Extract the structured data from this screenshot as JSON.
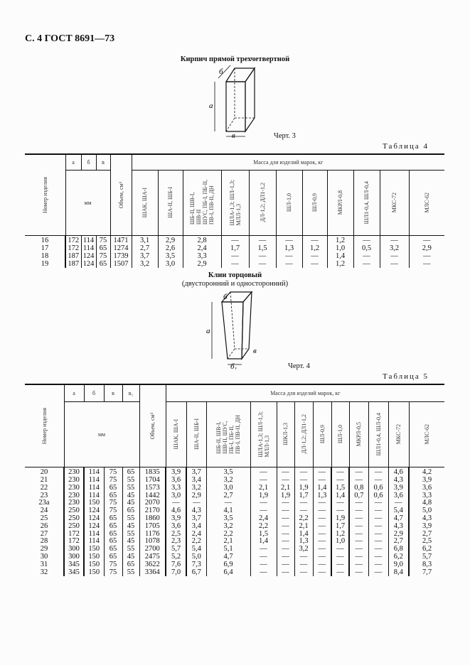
{
  "page_header": "С. 4 ГОСТ 8691—73",
  "figure3": {
    "title": "Кирпич прямой трехчетвертной",
    "caption": "Черт. 3",
    "labels": {
      "a": "а",
      "b": "б",
      "v": "в"
    }
  },
  "table4": {
    "label": "Таблица 4",
    "headers": {
      "number": "Номер изделия",
      "a": "а",
      "b": "б",
      "v": "в",
      "unit": "мм",
      "volume": "Объем, см³",
      "mass": "Масса для изделий марок, кг"
    },
    "brands": [
      "ШАК, ША-I",
      "ША-II, ШБ-I",
      "ШБ-II, ШВ-I,\nШВ-II\nШУС, ПБ-I, ПБ-II,\nПВ-I, ПВ-II, ДН",
      "ШЛА-1,3; ШЛ-1,3;\nМЛЛ-1,3",
      "ДЛ-1,2; ДЛ1-1,2",
      "ШЛ-1,0",
      "ШЛ-0,9",
      "МКРЛ-0,8",
      "ШЛ1-0,4, ШЛ-0,4",
      "МКС-72",
      "МЛС-62"
    ],
    "rows": [
      [
        "16",
        "172",
        "114",
        "75",
        "1471",
        "3,1",
        "2,9",
        "2,8",
        "—",
        "—",
        "—",
        "—",
        "1,2",
        "—",
        "—",
        "—"
      ],
      [
        "17",
        "172",
        "114",
        "65",
        "1274",
        "2,7",
        "2,6",
        "2,4",
        "1,7",
        "1,5",
        "1,3",
        "1,2",
        "1,0",
        "0,5",
        "3,2",
        "2,9"
      ],
      [
        "18",
        "187",
        "124",
        "75",
        "1739",
        "3,7",
        "3,5",
        "3,3",
        "—",
        "—",
        "—",
        "—",
        "1,4",
        "—",
        "—",
        "—"
      ],
      [
        "19",
        "187",
        "124",
        "65",
        "1507",
        "3,2",
        "3,0",
        "2,9",
        "—",
        "—",
        "—",
        "—",
        "1,2",
        "—",
        "—",
        "—"
      ]
    ]
  },
  "figure4": {
    "title": "Клин торцовый",
    "subtitle": "(двусторонний и односторонний)",
    "caption": "Черт. 4",
    "labels": {
      "a": "а",
      "b": "б",
      "v": "в",
      "b1": "б₁"
    }
  },
  "table5": {
    "label": "Таблица 5",
    "headers": {
      "number": "Номер изделия",
      "a": "а",
      "b": "б",
      "v": "в",
      "v1": "в₁",
      "unit": "мм",
      "volume": "Объем, см³",
      "mass": "Масса для изделий марок, кг"
    },
    "brands": [
      "ШАК, ША-I",
      "ША-II, ШБ-I",
      "ШБ-II, ШВ-I,\nШВ-II, ШУС,\nПБ-I, ПБ-II,\nПВ-I, ПВ-II, ДН",
      "ШЛА-1,3; ШЛ-1,3;\nМЛЛ-1,3",
      "ШКЛ-1,3",
      "ДЛ-1,2; ДЛ1-1,2",
      "ШЛ-0,9",
      "ШЛ-1,0",
      "МКРЛ-0,5",
      "ШЛ1-0,4, ШЛ-0,4",
      "МКС-72",
      "МЛС-62"
    ],
    "rows": [
      [
        "20",
        "230",
        "114",
        "75",
        "65",
        "1835",
        "3,9",
        "3,7",
        "3,5",
        "—",
        "—",
        "—",
        "—",
        "—",
        "—",
        "—",
        "4,6",
        "4,2"
      ],
      [
        "21",
        "230",
        "114",
        "75",
        "55",
        "1704",
        "3,6",
        "3,4",
        "3,2",
        "—",
        "—",
        "—",
        "—",
        "—",
        "—",
        "—",
        "4,3",
        "3,9"
      ],
      [
        "22",
        "230",
        "114",
        "65",
        "55",
        "1573",
        "3,3",
        "3,2",
        "3,0",
        "2,1",
        "2,1",
        "1,9",
        "1,4",
        "1,5",
        "0,8",
        "0,6",
        "3,9",
        "3,6"
      ],
      [
        "23",
        "230",
        "114",
        "65",
        "45",
        "1442",
        "3,0",
        "2,9",
        "2,7",
        "1,9",
        "1,9",
        "1,7",
        "1,3",
        "1,4",
        "0,7",
        "0,6",
        "3,6",
        "3,3"
      ],
      [
        "23а",
        "230",
        "150",
        "75",
        "45",
        "2070",
        "—",
        "—",
        "—",
        "—",
        "—",
        "—",
        "—",
        "—",
        "—",
        "—",
        "—",
        "4,8"
      ],
      [
        "24",
        "250",
        "124",
        "75",
        "65",
        "2170",
        "4,6",
        "4,3",
        "4,1",
        "—",
        "—",
        "—",
        "—",
        "—",
        "—",
        "—",
        "5,4",
        "5,0"
      ],
      [
        "25",
        "250",
        "124",
        "65",
        "55",
        "1860",
        "3,9",
        "3,7",
        "3,5",
        "2,4",
        "—",
        "2,2",
        "—",
        "1,9",
        "—",
        "—",
        "4,7",
        "4,3"
      ],
      [
        "26",
        "250",
        "124",
        "65",
        "45",
        "1705",
        "3,6",
        "3,4",
        "3,2",
        "2,2",
        "—",
        "2,1",
        "—",
        "1,7",
        "—",
        "—",
        "4,3",
        "3,9"
      ],
      [
        "27",
        "172",
        "114",
        "65",
        "55",
        "1176",
        "2,5",
        "2,4",
        "2,2",
        "1,5",
        "—",
        "1,4",
        "—",
        "1,2",
        "—",
        "—",
        "2,9",
        "2,7"
      ],
      [
        "28",
        "172",
        "114",
        "65",
        "45",
        "1078",
        "2,3",
        "2,2",
        "2,1",
        "1,4",
        "—",
        "1,3",
        "—",
        "1,0",
        "—",
        "—",
        "2,7",
        "2,5"
      ],
      [
        "29",
        "300",
        "150",
        "65",
        "55",
        "2700",
        "5,7",
        "5,4",
        "5,1",
        "—",
        "—",
        "3,2",
        "—",
        "—",
        "—",
        "—",
        "6,8",
        "6,2"
      ],
      [
        "30",
        "300",
        "150",
        "65",
        "45",
        "2475",
        "5,2",
        "5,0",
        "4,7",
        "—",
        "—",
        "—",
        "—",
        "—",
        "—",
        "—",
        "6,2",
        "5,7"
      ],
      [
        "31",
        "345",
        "150",
        "75",
        "65",
        "3622",
        "7,6",
        "7,3",
        "6,9",
        "—",
        "—",
        "—",
        "—",
        "—",
        "—",
        "—",
        "9,0",
        "8,3"
      ],
      [
        "32",
        "345",
        "150",
        "75",
        "55",
        "3364",
        "7,0",
        "6,7",
        "6,4",
        "—",
        "—",
        "—",
        "—",
        "—",
        "—",
        "—",
        "8,4",
        "7,7"
      ]
    ]
  }
}
